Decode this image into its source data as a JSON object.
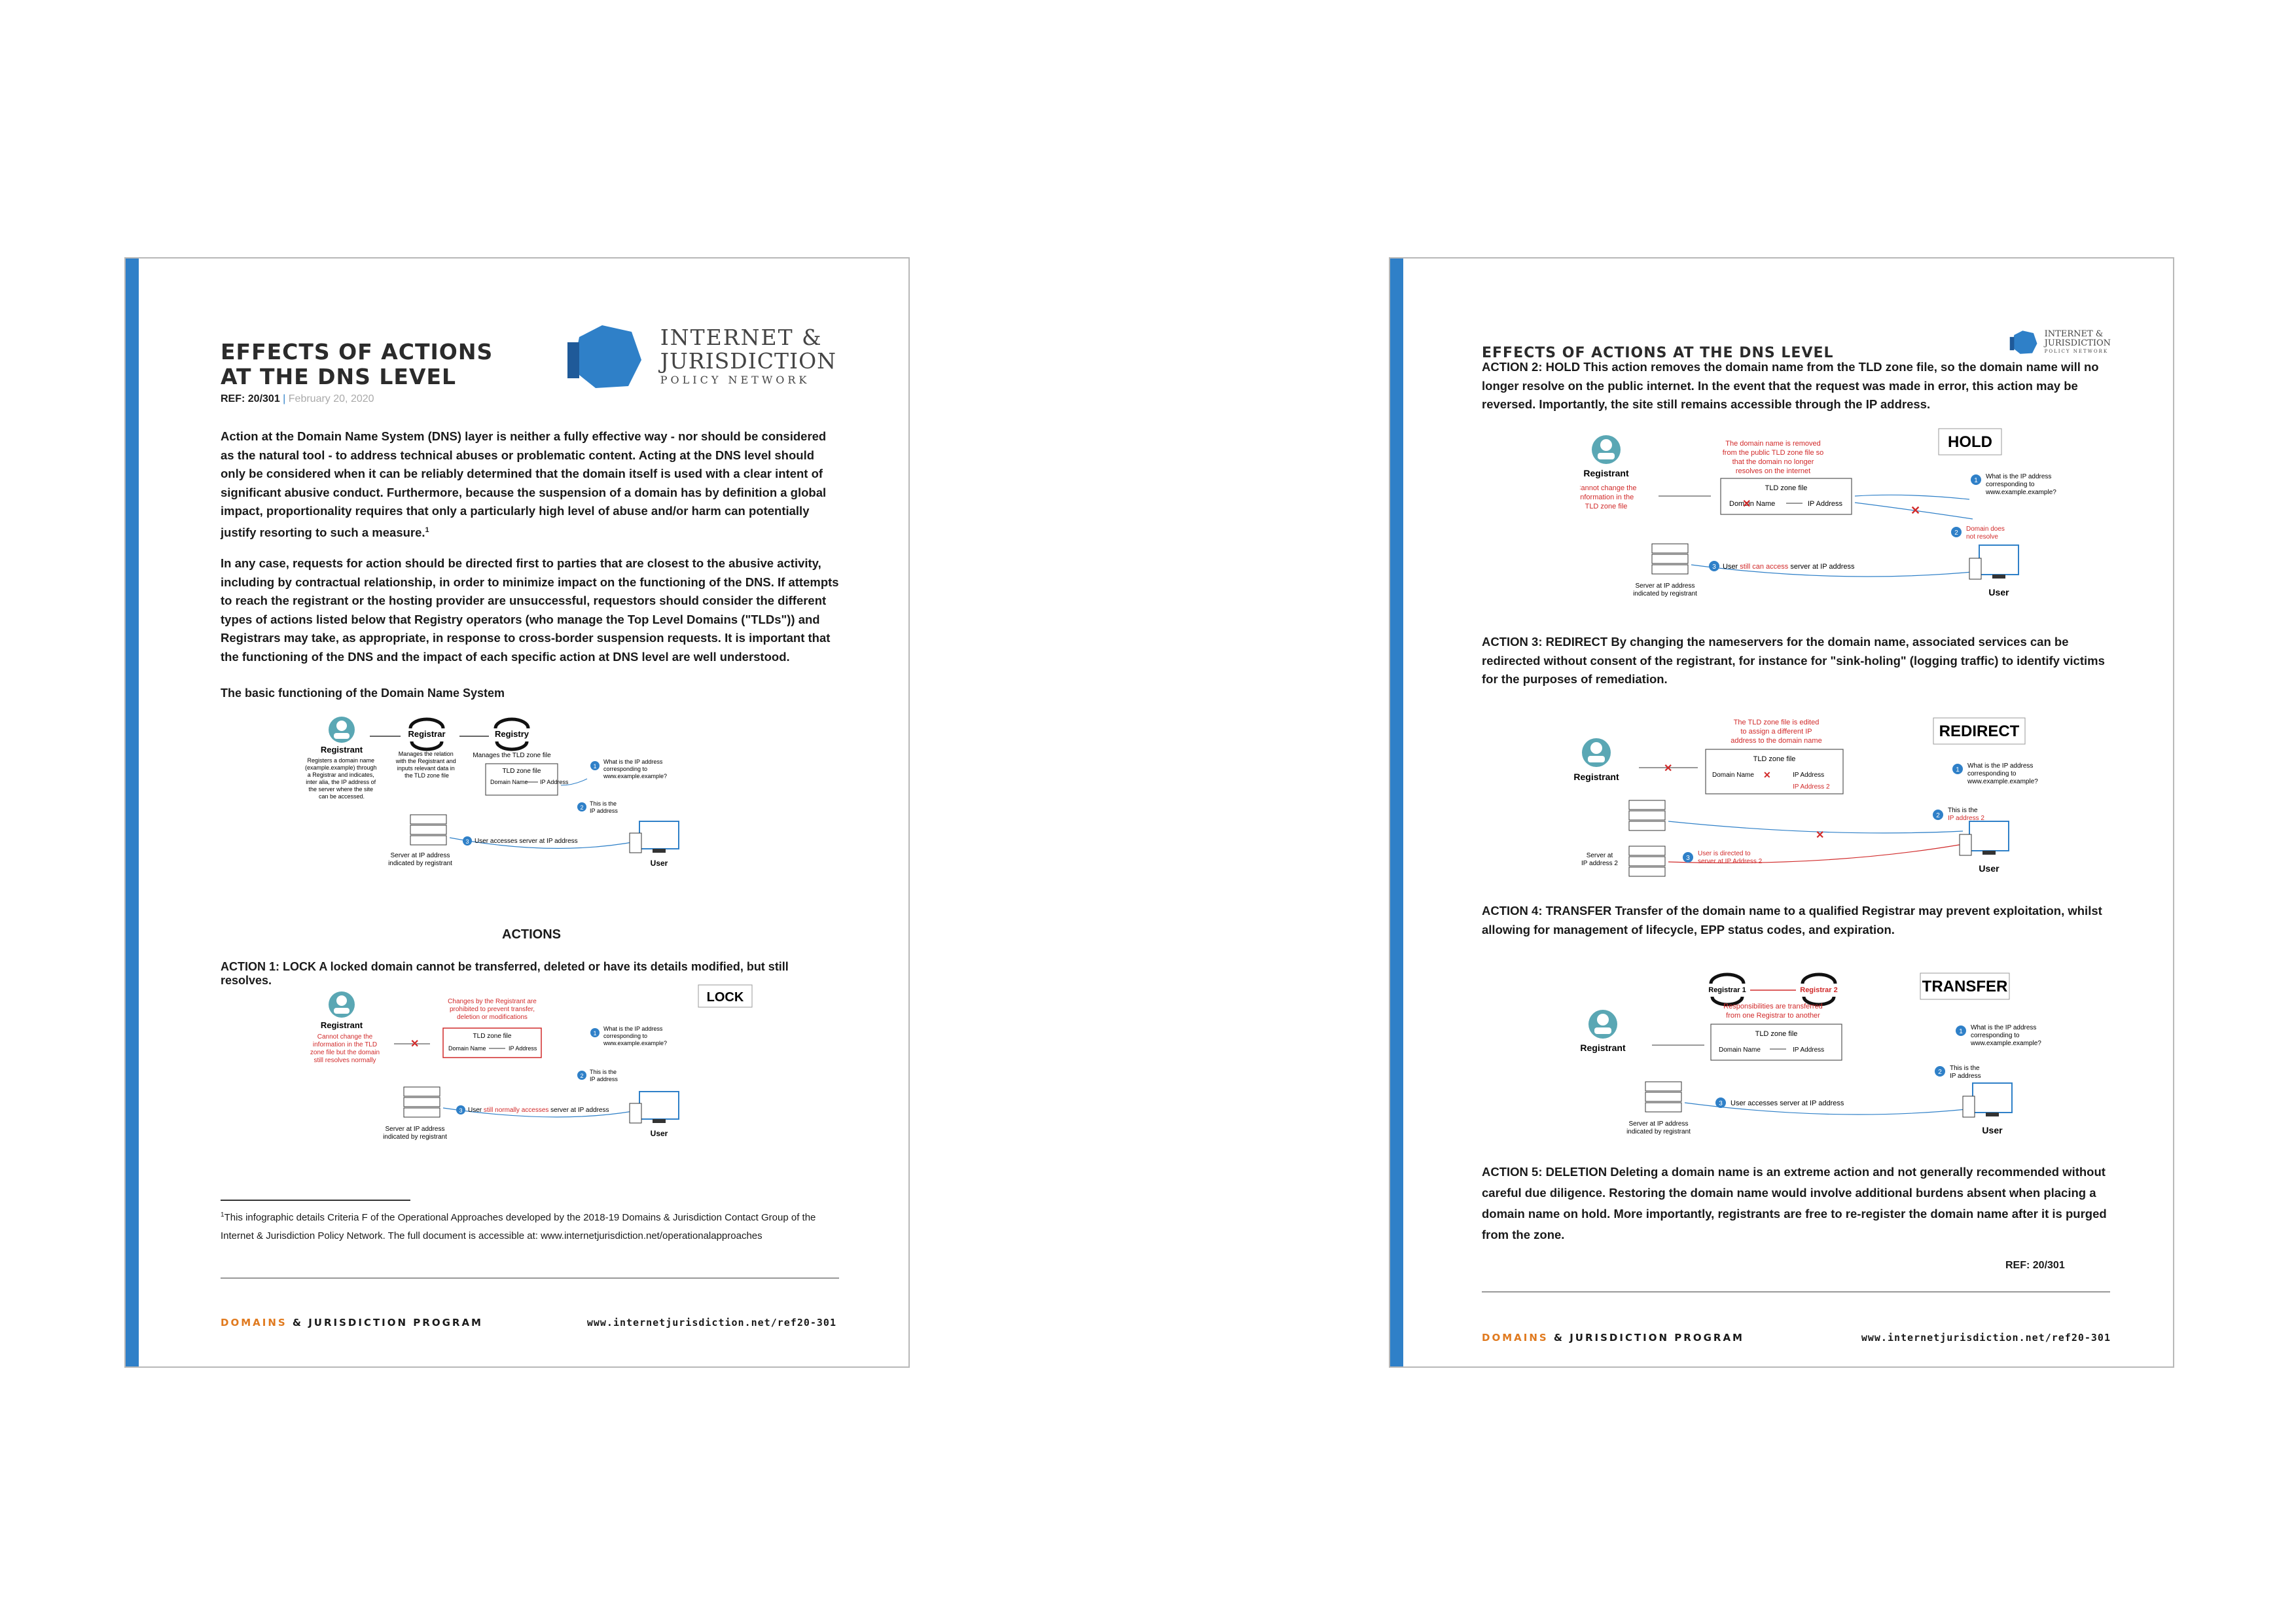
{
  "page1": {
    "title_line1": "EFFECTS OF ACTIONS",
    "title_line2": "AT THE DNS LEVEL",
    "ref": "REF: 20/301",
    "ref_sep": "|",
    "date": "February 20, 2020",
    "logo": {
      "line1": "INTERNET &",
      "line2": "JURISDICTION",
      "line3": "POLICY NETWORK"
    },
    "intro": "Action at the Domain Name System (DNS) layer is neither a fully effective way - nor should be considered as the natural tool - to address technical abuses or problematic content. Acting at the DNS level should only be considered when it can be reliably determined that the domain itself is used with a clear intent of significant abusive conduct. Furthermore, because the suspension of a domain has by definition a global impact, proportionality requires that only a particularly high level of abuse and/or harm can potentially justify resorting to such a measure.",
    "intro_sup": "1",
    "para2": "In any case, requests for action should be directed first to parties that are closest to the abusive activity, including by contractual relationship, in order to minimize impact on the functioning of the DNS. If attempts to reach the registrant or the hosting provider are unsuccessful, requestors should consider the different types of actions listed below that Registry operators (who manage the Top Level Domains (\"TLDs\")) and Registrars may take, as appropriate, in response to cross-border suspension requests. It is important that the functioning of the DNS and the impact of each specific action at DNS level are well understood.",
    "basic_heading": "The basic functioning of the Domain Name System",
    "basic_diagram": {
      "registrant": "Registrant",
      "registrant_desc": [
        "Registers a domain name",
        "(example.example) through",
        "a Registrar and indicates,",
        "inter alia, the IP address of",
        "the server where the site",
        "can be accessed."
      ],
      "registrar": "Registrar",
      "registrar_desc": [
        "Manages the relation",
        "with the Registrant and",
        "inputs relevant data in",
        "the TLD zone file"
      ],
      "registry": "Registry",
      "registry_desc": "Manages the TLD zone file",
      "zone_title": "TLD zone file",
      "zone_domain": "Domain Name",
      "zone_ip": "IP Address",
      "q1": [
        "What is the IP address",
        "corresponding to",
        "www.example.example?"
      ],
      "q2": [
        "This is the",
        "IP address"
      ],
      "q3": "User accesses server at IP address",
      "server": [
        "Server at IP address",
        "indicated by registrant"
      ],
      "user": "User",
      "n1": "1",
      "n2": "2",
      "n3": "3"
    },
    "actions_heading": "ACTIONS",
    "action1_label": "ACTION 1: LOCK",
    "action1_text": " A locked domain cannot be transferred, deleted or have its details modified, but still resolves.",
    "lock_diagram": {
      "tag": "LOCK",
      "registrant": "Registrant",
      "red_left": [
        "Cannot change the",
        "information in the TLD",
        "zone file but the domain",
        "still resolves normally"
      ],
      "red_top": [
        "Changes by the Registrant are",
        "prohibited to prevent transfer,",
        "deletion or modifications"
      ],
      "zone_title": "TLD zone file",
      "zone_domain": "Domain Name",
      "zone_ip": "IP Address",
      "q1": [
        "What is the IP address",
        "corresponding to",
        "www.example.example?"
      ],
      "q2": [
        "This is the",
        "IP address"
      ],
      "q3a": "User ",
      "q3b": "still normally accesses",
      "q3c": " server at IP address",
      "server": [
        "Server at IP address",
        "indicated by registrant"
      ],
      "user": "User",
      "n1": "1",
      "n2": "2",
      "n3": "3"
    },
    "footnote_sup": "1",
    "footnote": "This infographic details Criteria F of the Operational Approaches developed by the 2018-19 Domains & Jurisdiction Contact Group of the Internet & Jurisdiction Policy Network. The full document is accessible at: www.internetjurisdiction.net/operationalapproaches",
    "footer_orange": "DOMAINS",
    "footer_rest": " & JURISDICTION PROGRAM",
    "footer_url": "www.internetjurisdiction.net/ref20-301"
  },
  "page2": {
    "title": "EFFECTS OF ACTIONS AT THE DNS LEVEL",
    "logo": {
      "line1": "INTERNET &",
      "line2": "JURISDICTION",
      "line3": "POLICY NETWORK"
    },
    "action2_label": "ACTION 2: HOLD",
    "action2_text": " This action removes the domain name from the TLD zone file, so the domain name will no longer resolve on the public internet. In the event that the request was made in error, this action may be reversed. Importantly, the site still remains accessible through the IP address.",
    "hold_diagram": {
      "tag": "HOLD",
      "registrant": "Registrant",
      "red_left": [
        "Cannot change the",
        "information in the",
        "TLD zone file"
      ],
      "red_top": [
        "The domain name is removed",
        "from the public TLD zone file so",
        "that the domain no longer",
        "resolves on the internet"
      ],
      "zone_title": "TLD zone file",
      "zone_domain": "Domain Name",
      "zone_ip": "IP Address",
      "q1": [
        "What is the IP address",
        "corresponding to",
        "www.example.example?"
      ],
      "red_right": [
        "Domain does",
        "not resolve"
      ],
      "q3a": "User ",
      "q3b": "still can access",
      "q3c": " server at IP address",
      "server": [
        "Server at IP address",
        "indicated by registrant"
      ],
      "user": "User",
      "n1": "1",
      "n2": "2",
      "n3": "3"
    },
    "action3_label": "ACTION 3: REDIRECT",
    "action3_text": " By changing the nameservers for the domain name, associated services can be redirected without consent of the registrant, for instance for \"sink-holing\" (logging traffic) to identify victims for the purposes of remediation.",
    "redirect_diagram": {
      "tag": "REDIRECT",
      "registrant": "Registrant",
      "red_top": [
        "The TLD zone file is edited",
        "to assign a different IP",
        "address to the domain name"
      ],
      "zone_title": "TLD zone file",
      "zone_domain": "Domain Name",
      "zone_ip": "IP Address",
      "zone_ip2": "IP Address 2",
      "q1": [
        "What is the IP address",
        "corresponding to",
        "www.example.example?"
      ],
      "q2a": "This is the",
      "q2b": "IP address 2",
      "q3": [
        "User is directed to",
        "server at IP Address 2"
      ],
      "server2": [
        "Server at",
        "IP address 2"
      ],
      "user": "User",
      "n1": "1",
      "n2": "2",
      "n3": "3"
    },
    "action4_label": "ACTION 4: TRANSFER",
    "action4_text": " Transfer of the domain name to a qualified Registrar may prevent exploitation, whilst allowing for management of lifecycle, EPP status codes, and expiration.",
    "transfer_diagram": {
      "tag": "TRANSFER",
      "registrant": "Registrant",
      "registrar1": "Registrar 1",
      "registrar2": "Registrar 2",
      "red_top": [
        "Responsibilities are transferred",
        "from one Registrar to another"
      ],
      "zone_title": "TLD zone file",
      "zone_domain": "Domain Name",
      "zone_ip": "IP Address",
      "q1": [
        "What is the IP address",
        "corresponding to",
        "www.example.example?"
      ],
      "q2": [
        "This is the",
        "IP address"
      ],
      "q3": "User accesses server at IP address",
      "server": [
        "Server at IP address",
        "indicated by registrant"
      ],
      "user": "User",
      "n1": "1",
      "n2": "2",
      "n3": "3"
    },
    "action5_label": "ACTION 5: DELETION",
    "action5_a": " Deleting a domain name is an extreme action and ",
    "action5_b": "not generally recommended",
    "action5_c": " without careful due diligence. Restoring the domain name would involve additional burdens absent when placing a domain name on hold. More importantly, ",
    "action5_d": "registrants are free to re-register the domain name",
    "action5_e": " after it is purged from the zone.",
    "ref": "REF: 20/301",
    "footer_orange": "DOMAINS",
    "footer_rest": " & JURISDICTION PROGRAM",
    "footer_url": "www.internetjurisdiction.net/ref20-301"
  },
  "colors": {
    "accent_blue": "#2f80c8",
    "red": "#d12a2a",
    "orange": "#e07a1f",
    "icon_teal": "#5aa7b4"
  }
}
